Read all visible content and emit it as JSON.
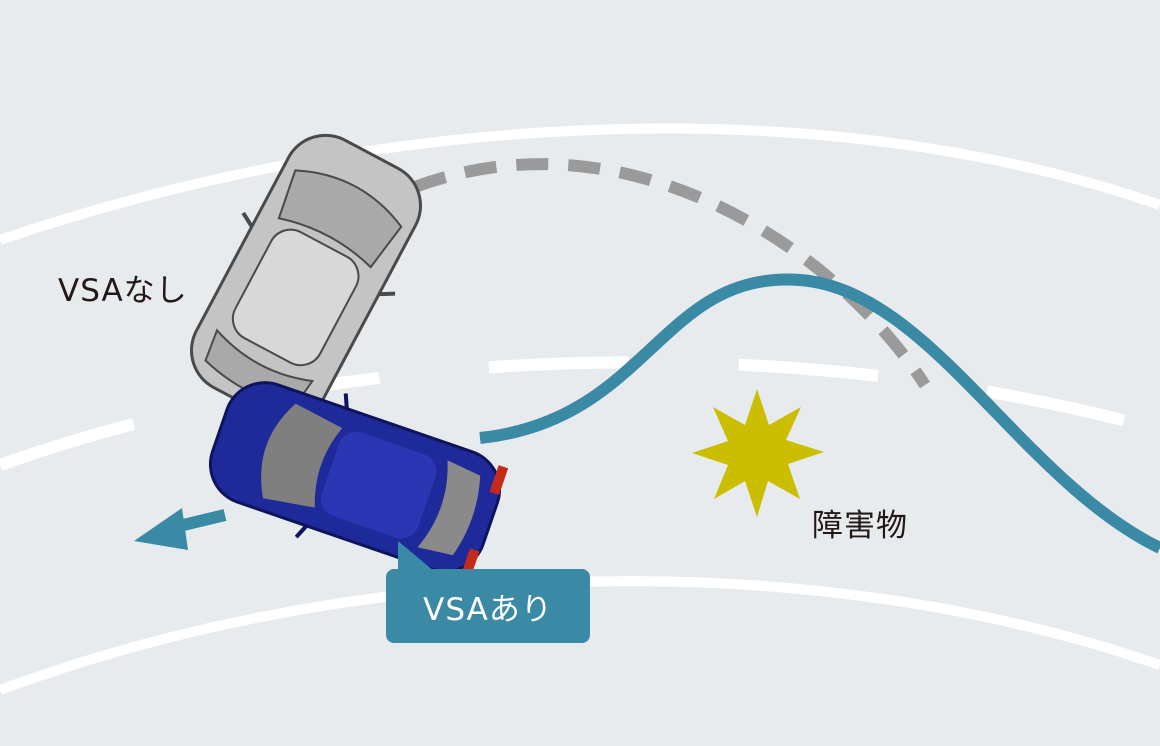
{
  "labels": {
    "no_vsa": "VSAなし",
    "obstacle": "障害物",
    "with_vsa": "VSAあり"
  },
  "colors": {
    "background": "#e8ebee",
    "lane": "#ffffff",
    "vsa_path": "#3a8aa5",
    "no_vsa_path": "#9a9a9a",
    "obstacle": "#cbbd00",
    "car_with_vsa": "#1f2a9a",
    "car_no_vsa": "#c4c4c4",
    "callout": "#3a8aa5"
  },
  "icons": {
    "obstacle": "starburst-icon",
    "arrow": "arrow-left-icon"
  }
}
